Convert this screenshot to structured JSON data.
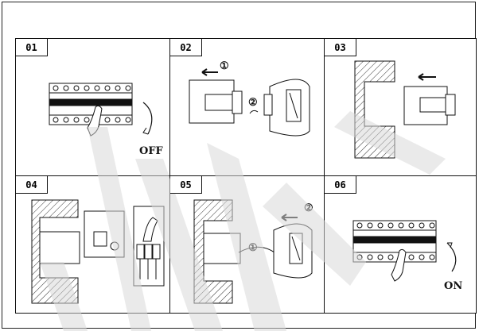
{
  "steps": [
    {
      "number": "01",
      "caption": "OFF"
    },
    {
      "number": "02",
      "marker1": "①",
      "marker2": "②"
    },
    {
      "number": "03"
    },
    {
      "number": "04"
    },
    {
      "number": "05",
      "marker1": "①",
      "marker2": "②"
    },
    {
      "number": "06",
      "caption": "ON"
    }
  ],
  "colors": {
    "ink": "#111111",
    "hatch": "#333333",
    "watermark": "#d9d9d9"
  }
}
